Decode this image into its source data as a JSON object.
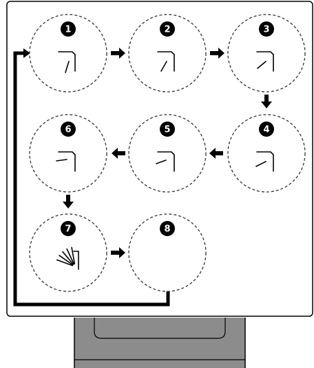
{
  "diagram": {
    "steps": [
      {
        "number": "1",
        "vane": "vane-steep"
      },
      {
        "number": "2",
        "vane": "vane-mid-steep"
      },
      {
        "number": "3",
        "vane": "vane-mid"
      },
      {
        "number": "4",
        "vane": "vane-shallow"
      },
      {
        "number": "5",
        "vane": "vane-flat"
      },
      {
        "number": "6",
        "vane": "vane-horizontal"
      },
      {
        "number": "7",
        "vane": "airflow-swing"
      },
      {
        "number": "8",
        "vane": "none"
      }
    ],
    "colors": {
      "line": "#000000",
      "circle_dash": "#333333",
      "panel_fill": "#8c8c8c",
      "panel_border": "#000000"
    }
  }
}
